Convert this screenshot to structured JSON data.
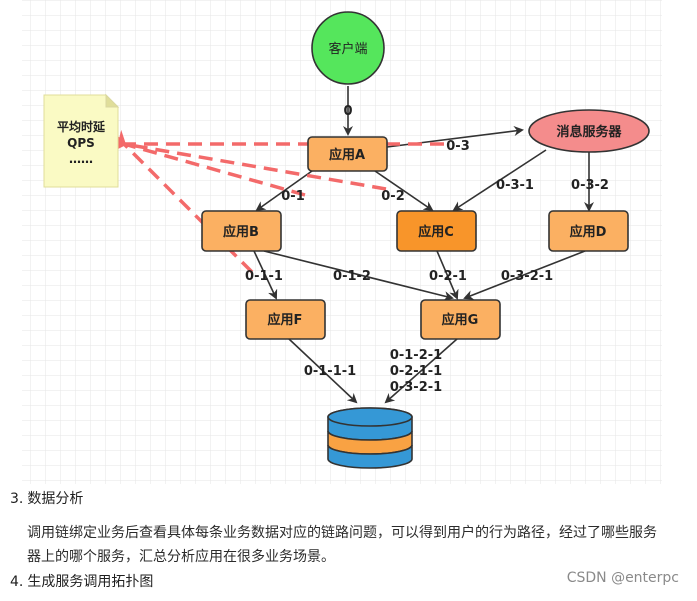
{
  "diagram": {
    "nodes": {
      "client": {
        "label": "客户端",
        "fill": "#55e65c"
      },
      "mq": {
        "label": "消息服务器",
        "fill": "#f48c8c"
      },
      "app_a": {
        "label": "应用A",
        "fill": "#fbb062"
      },
      "app_b": {
        "label": "应用B",
        "fill": "#fbb062"
      },
      "app_c": {
        "label": "应用C",
        "fill": "#f8952a"
      },
      "app_d": {
        "label": "应用D",
        "fill": "#fbb062"
      },
      "app_f": {
        "label": "应用F",
        "fill": "#fbb062"
      },
      "app_g": {
        "label": "应用G",
        "fill": "#fbb062"
      },
      "database": {
        "band_colors": [
          "#3598d6",
          "#f9a243"
        ]
      }
    },
    "note": {
      "lines": [
        "平均时延",
        "QPS",
        "……"
      ],
      "fill": "#fafac4"
    },
    "edge_labels": {
      "e0": "0",
      "e03": "0-3",
      "e01": "0-1",
      "e02": "0-2",
      "e031": "0-3-1",
      "e032": "0-3-2",
      "e011": "0-1-1",
      "e012": "0-1-2",
      "e021": "0-2-1",
      "e0321": "0-3-2-1",
      "e0111": "0-1-1-1",
      "e_g_db": [
        "0-1-2-1",
        "0-2-1-1",
        "0-3-2-1"
      ]
    },
    "colors": {
      "edge": "#333333",
      "dashed": "#f36a6a"
    }
  },
  "section3": {
    "num": "3.",
    "title": "数据分析"
  },
  "paragraph": "调用链绑定业务后查看具体每条业务数据对应的链路问题，可以得到用户的行为路径，经过了哪些服务器上的哪个服务，汇总分析应用在很多业务场景。",
  "section4": {
    "num": "4.",
    "title": "生成服务调用拓扑图"
  },
  "watermark": "CSDN @enterpc"
}
